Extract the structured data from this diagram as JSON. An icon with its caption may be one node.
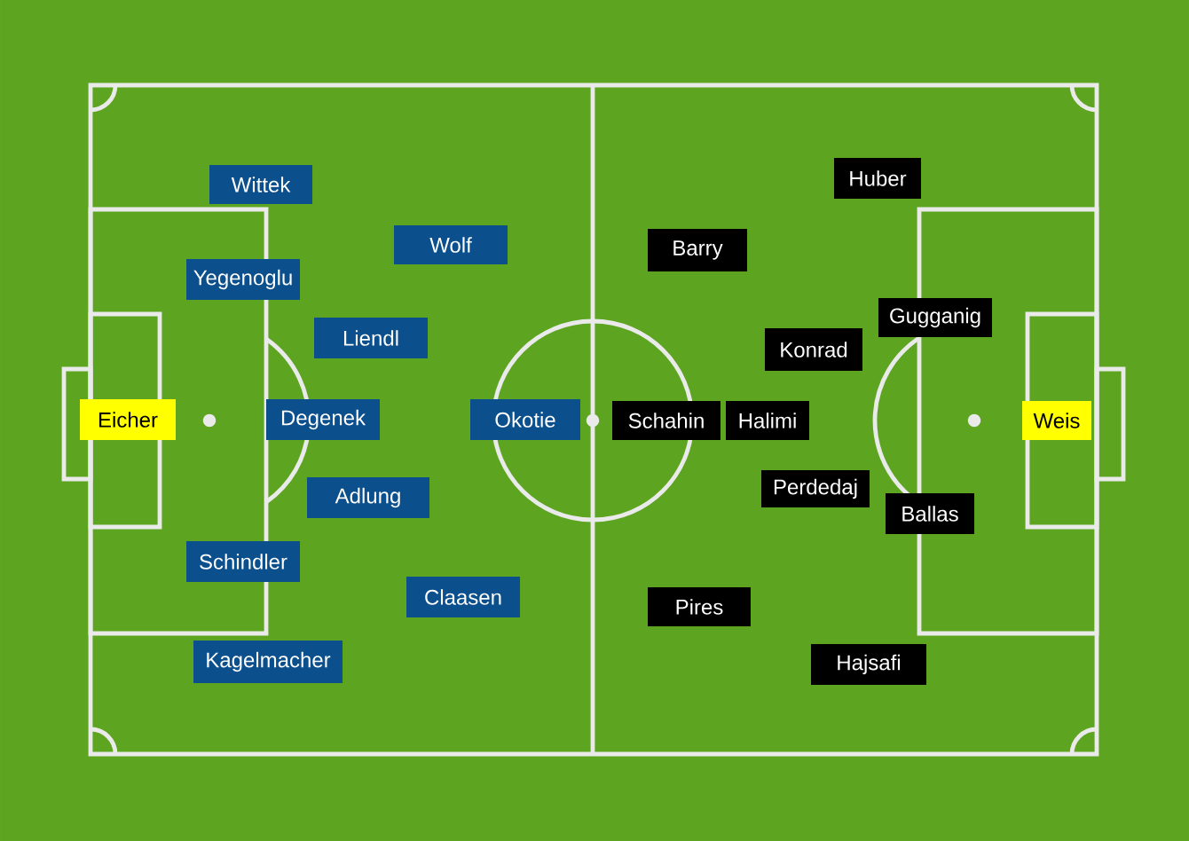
{
  "diagram": {
    "nodes": [
      {
        "text": [
          "Wittek"
        ]
      },
      {
        "text": [
          "Wolf"
        ]
      },
      {
        "text": [
          "Yegenoglu"
        ]
      },
      {
        "text": [
          "Liendl"
        ]
      },
      {
        "text": [
          "Eicher"
        ]
      },
      {
        "text": [
          "Degenek"
        ]
      },
      {
        "text": [
          "Okotie"
        ]
      },
      {
        "text": [
          "Adlung"
        ]
      },
      {
        "text": [
          "Schindler"
        ]
      },
      {
        "text": [
          "Claasen"
        ]
      },
      {
        "text": [
          "Kagelmacher"
        ]
      },
      {
        "text": [
          "Huber"
        ]
      },
      {
        "text": [
          "Barry"
        ]
      },
      {
        "text": [
          "Gugganig"
        ]
      },
      {
        "text": [
          "Konrad"
        ]
      },
      {
        "text": [
          "Schahin"
        ]
      },
      {
        "text": [
          "Halimi"
        ]
      },
      {
        "text": [
          "Weis"
        ]
      },
      {
        "text": [
          "Perdedaj"
        ]
      },
      {
        "text": [
          "Ballas"
        ]
      },
      {
        "text": [
          "Pires"
        ]
      },
      {
        "text": [
          "Hajsafi"
        ]
      }
    ]
  }
}
